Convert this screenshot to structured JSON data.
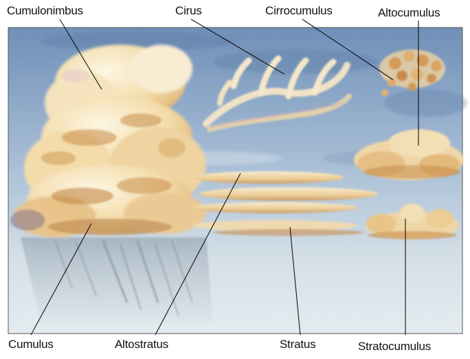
{
  "labels": {
    "cumulonimbus": "Cumulonimbus",
    "cirus": "Cirus",
    "cirrocumulus": "Cirrocumulus",
    "altocumulus": "Altocumulus",
    "cumulus": "Cumulus",
    "altostratus": "Altostratus",
    "stratus": "Stratus",
    "stratocumulus": "Stratocumulus"
  },
  "colors": {
    "sky_top": "#6f8fb8",
    "sky_mid": "#a9bfd6",
    "sky_bottom": "#e4ecf0",
    "cloud_light": "#f7ecd0",
    "cloud_warm": "#e6b97a",
    "cloud_shadow": "#c88d4a",
    "rain": "#8e9aa6",
    "leader": "#111111"
  }
}
